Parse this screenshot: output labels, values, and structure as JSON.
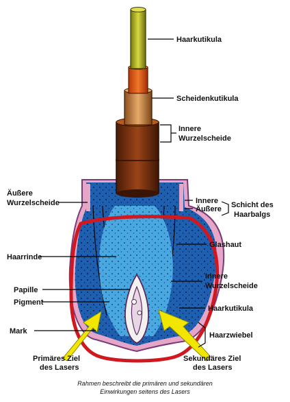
{
  "labels": {
    "haarkutikula_top": "Haarkutikula",
    "scheidenkutikula": "Scheidenkutikula",
    "innere_wurzelscheide_top_1": "Innere",
    "innere_wurzelscheide_top_2": "Wurzelscheide",
    "aeussere_wurzelscheide_1": "Äußere",
    "aeussere_wurzelscheide_2": "Wurzelscheide",
    "innere_small": "Innere",
    "aeussere_small": "Äußere",
    "schicht_des": "Schicht des",
    "haarbalgs": "Haarbalgs",
    "glashaut": "Glashaut",
    "haarrinde": "Haarrinde",
    "innere_wurzelscheide_low_1": "Innere",
    "innere_wurzelscheide_low_2": "Wurzelscheide",
    "papille": "Papille",
    "pigment": "Pigment",
    "haarkutikula_low": "Haarkutikula",
    "mark": "Mark",
    "haarzwiebel": "Haarzwiebel",
    "primaeres_ziel_1": "Primäres Ziel",
    "primaeres_ziel_2": "des Lasers",
    "sekundaeres_ziel_1": "Sekundäres Ziel",
    "sekundaeres_ziel_2": "des Lasers"
  },
  "caption": {
    "line1": "Rahmen beschreibt die primären und sekundären",
    "line2": "Einwirkungen seitens des Lasers"
  },
  "colors": {
    "frame_red": "#d01820",
    "outer_blue": "#1f5fb0",
    "inner_blue": "#4aa8e0",
    "arrow_yellow": "#f2e600",
    "pink": "#e6a6c8"
  }
}
